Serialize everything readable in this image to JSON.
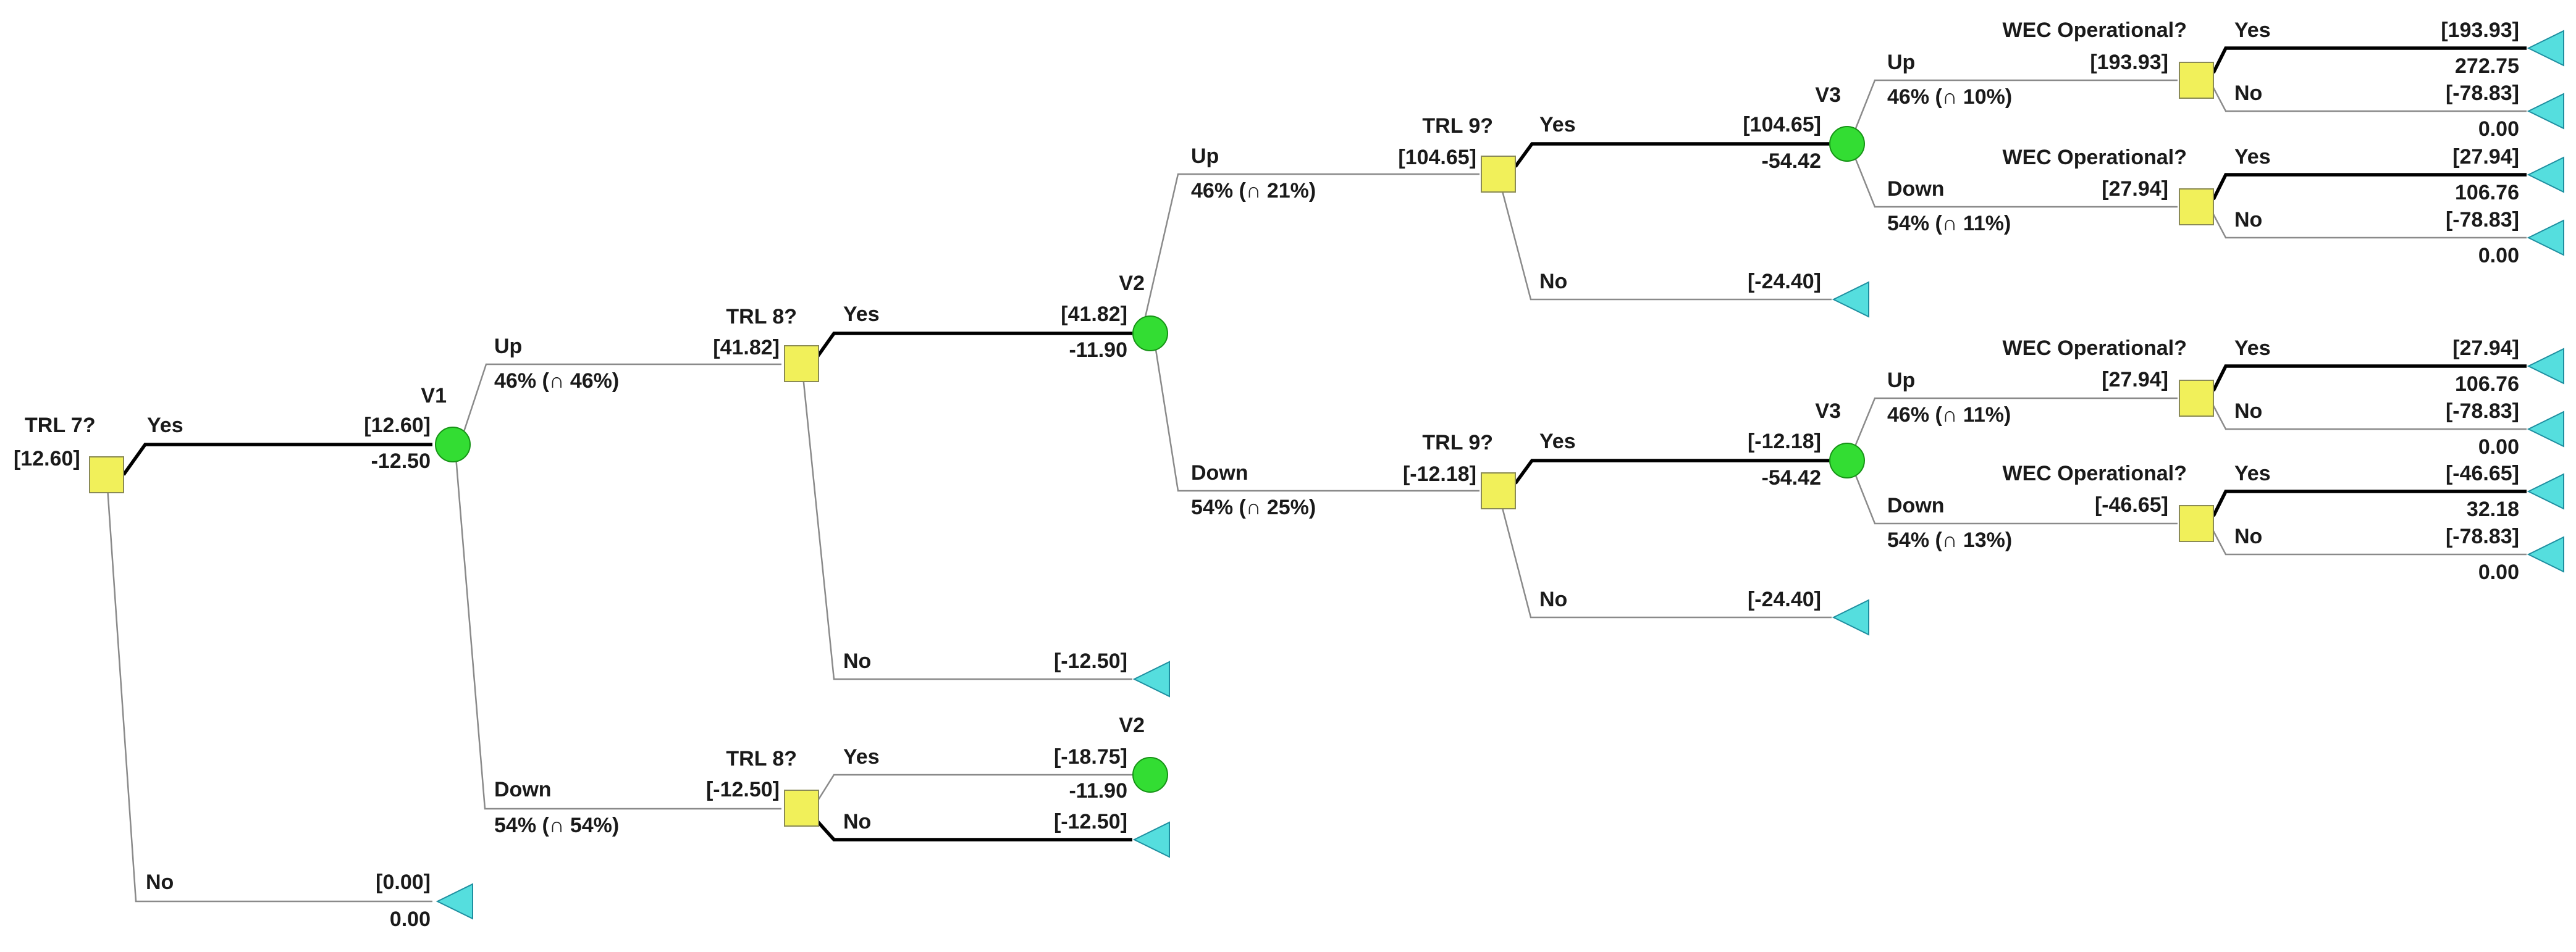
{
  "colors": {
    "decision_node": "#f1f05a",
    "chance_node": "#33dd33",
    "terminal_node": "#55dede",
    "optimal_branch": "#000000",
    "other_branch": "#8a8a8a"
  },
  "nodes": {
    "d0": {
      "name": "TRL 7?",
      "value": "[12.60]"
    },
    "v1": {
      "name": "V1"
    },
    "d8u": {
      "name": "TRL 8?",
      "value": "[41.82]"
    },
    "d8d": {
      "name": "TRL 8?",
      "value": "[-12.50]"
    },
    "v2u": {
      "name": "V2"
    },
    "v2d": {
      "name": "V2"
    },
    "d9u": {
      "name": "TRL 9?",
      "value": "[104.65]"
    },
    "d9d": {
      "name": "TRL 9?",
      "value": "[-12.18]"
    },
    "v3u": {
      "name": "V3"
    },
    "v3d": {
      "name": "V3"
    },
    "w1": {
      "name": "WEC Operational?",
      "value": "[193.93]"
    },
    "w2": {
      "name": "WEC Operational?",
      "value": "[27.94]"
    },
    "w3": {
      "name": "WEC Operational?",
      "value": "[27.94]"
    },
    "w4": {
      "name": "WEC Operational?",
      "value": "[-46.65]"
    }
  },
  "branches": {
    "b0y": {
      "label": "Yes",
      "value": "[12.60]",
      "cost": "-12.50"
    },
    "b0n": {
      "label": "No",
      "value": "[0.00]",
      "cost": "0.00"
    },
    "b1u": {
      "label": "Up",
      "prob": "46% (∩ 46%)"
    },
    "b1d": {
      "label": "Down",
      "prob": "54% (∩ 54%)"
    },
    "b8uy": {
      "label": "Yes",
      "value": "[41.82]",
      "cost": "-11.90"
    },
    "b8un": {
      "label": "No",
      "value": "[-12.50]"
    },
    "b8dy": {
      "label": "Yes",
      "value": "[-18.75]",
      "cost": "-11.90"
    },
    "b8dn": {
      "label": "No",
      "value": "[-12.50]"
    },
    "b2u": {
      "label": "Up",
      "prob": "46% (∩ 21%)"
    },
    "b2d": {
      "label": "Down",
      "prob": "54% (∩ 25%)"
    },
    "b9uy": {
      "label": "Yes",
      "value": "[104.65]",
      "cost": "-54.42"
    },
    "b9un": {
      "label": "No",
      "value": "[-24.40]"
    },
    "b9dy": {
      "label": "Yes",
      "value": "[-12.18]",
      "cost": "-54.42"
    },
    "b9dn": {
      "label": "No",
      "value": "[-24.40]"
    },
    "b3uu": {
      "label": "Up",
      "prob": "46% (∩ 10%)"
    },
    "b3ud": {
      "label": "Down",
      "prob": "54% (∩ 11%)"
    },
    "b3du": {
      "label": "Up",
      "prob": "46% (∩ 11%)"
    },
    "b3dd": {
      "label": "Down",
      "prob": "54% (∩ 13%)"
    },
    "w1y": {
      "label": "Yes",
      "value": "[193.93]",
      "payoff": "272.75"
    },
    "w1n": {
      "label": "No",
      "value": "[-78.83]",
      "payoff": "0.00"
    },
    "w2y": {
      "label": "Yes",
      "value": "[27.94]",
      "payoff": "106.76"
    },
    "w2n": {
      "label": "No",
      "value": "[-78.83]",
      "payoff": "0.00"
    },
    "w3y": {
      "label": "Yes",
      "value": "[27.94]",
      "payoff": "106.76"
    },
    "w3n": {
      "label": "No",
      "value": "[-78.83]",
      "payoff": "0.00"
    },
    "w4y": {
      "label": "Yes",
      "value": "[-46.65]",
      "payoff": "32.18"
    },
    "w4n": {
      "label": "No",
      "value": "[-78.83]",
      "payoff": "0.00"
    }
  }
}
